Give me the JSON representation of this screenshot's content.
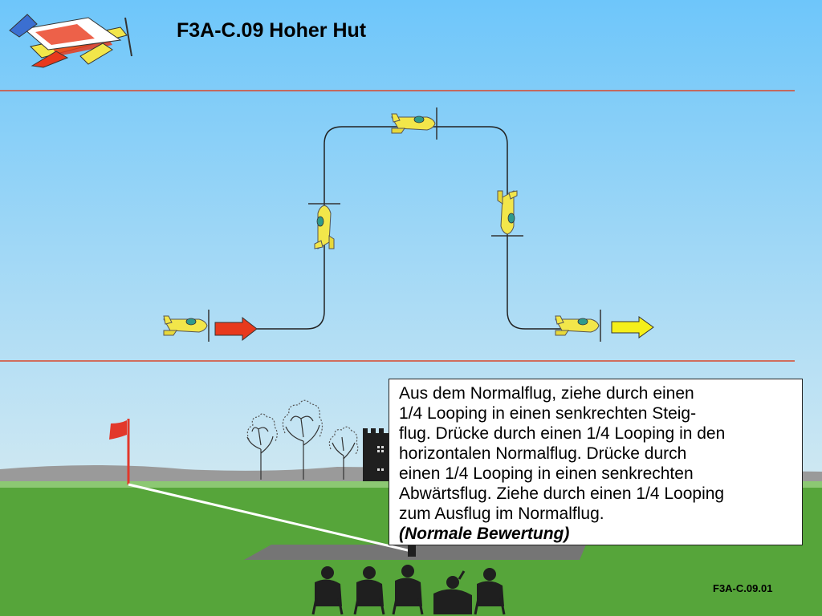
{
  "title": "F3A-C.09 Hoher Hut",
  "description_lines": [
    "Aus dem Normalflug, ziehe durch einen",
    "1/4 Looping in einen senkrechten Steig-",
    "flug. Drücke durch einen 1/4 Looping in den",
    "horizontalen Normalflug. Drücke durch",
    "einen 1/4 Looping in einen senkrechten",
    "Abwärtsflug. Ziehe durch einen 1/4 Looping",
    "zum Ausflug im Normalflug."
  ],
  "scoring_note": "(Normale Bewertung)",
  "figure_id": "F3A-C.09.01",
  "colors": {
    "sky_top": "#6ec6fa",
    "sky_bottom": "#cfe8f2",
    "ground": "#56a53a",
    "guide_line": "#d9482b",
    "entry_arrow": "#e8391c",
    "exit_arrow": "#f5ef1a",
    "plane_body": "#f2e64a",
    "flag": "#e2382b"
  },
  "icons": [
    "aerobatic-plane-logo-icon",
    "plane-icon",
    "flag-icon",
    "tree-icon",
    "tower-icon",
    "judge-icon"
  ]
}
